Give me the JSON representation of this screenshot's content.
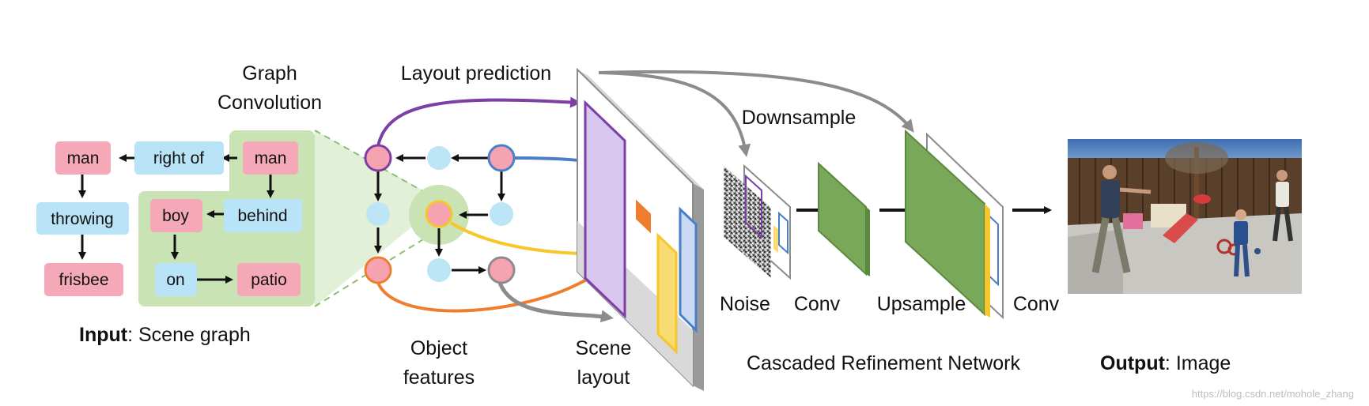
{
  "scene_graph": {
    "nodes": {
      "man_left": "man",
      "right_of": "right of",
      "man_right": "man",
      "throwing": "throwing",
      "boy": "boy",
      "behind": "behind",
      "frisbee": "frisbee",
      "on": "on",
      "patio": "patio"
    },
    "caption_bold": "Input",
    "caption_rest": ": Scene graph"
  },
  "labels": {
    "graph_conv_line1": "Graph",
    "graph_conv_line2": "Convolution",
    "layout_prediction": "Layout prediction",
    "object_features_line1": "Object",
    "object_features_line2": "features",
    "scene_layout_line1": "Scene",
    "scene_layout_line2": "layout",
    "downsample": "Downsample",
    "noise": "Noise",
    "conv1": "Conv",
    "upsample": "Upsample",
    "conv2": "Conv",
    "crn": "Cascaded Refinement Network",
    "output_bold": "Output",
    "output_rest": ": Image",
    "watermark": "https://blog.csdn.net/mohole_zhang"
  },
  "colors": {
    "object_node": "#f5a9b8",
    "relation_node": "#b9e4f7",
    "graph_conv_bg": "#c9e3b5",
    "feature_circle_pink": "#f6a3b1",
    "feature_circle_blue": "#bce6f5",
    "purple": "#7b3fa6",
    "blue": "#4a7fc8",
    "yellow": "#f6c62a",
    "orange": "#ef7d2e",
    "gray": "#8c8c8c",
    "conv_green": "#79a85b"
  }
}
